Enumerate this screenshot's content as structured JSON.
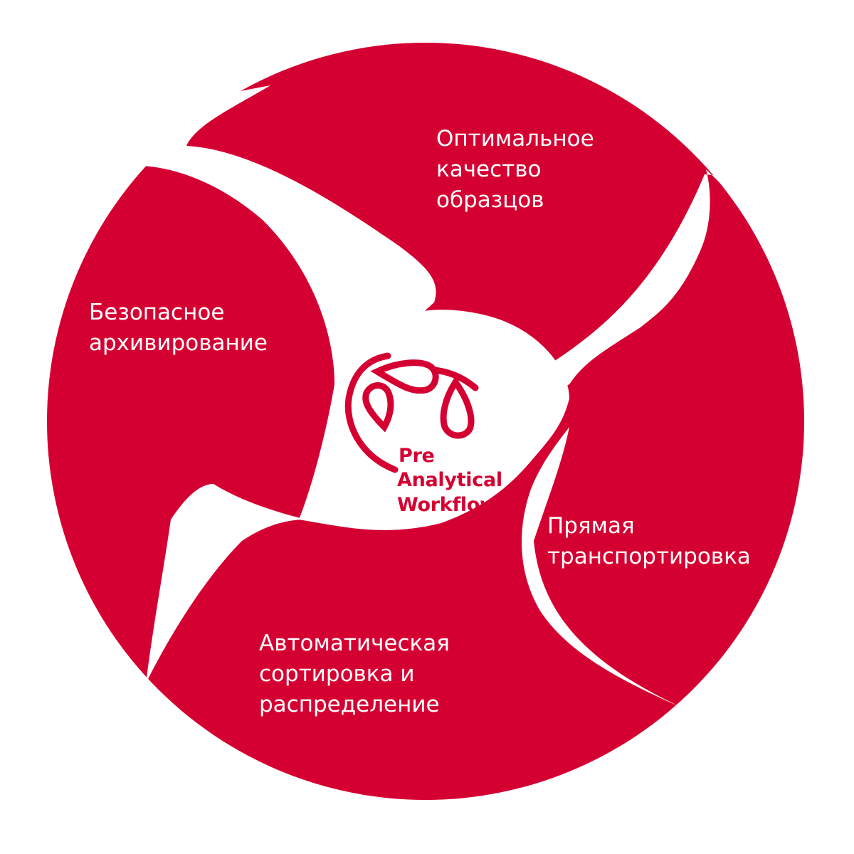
{
  "colors": {
    "brand_red": "#d50032",
    "background": "#ffffff",
    "label_text": "#ffffff"
  },
  "petals": {
    "top_right": {
      "label": "Оптимальное\nкачество\nобразцов"
    },
    "left": {
      "label": "Безопасное\nархивирование"
    },
    "right": {
      "label": "Прямая\nтранспортировка"
    },
    "bottom": {
      "label": "Автоматическая\nсортировка и\nраспределение"
    }
  },
  "logo": {
    "icon": "droplet-cycle-icon",
    "line1": "Pre",
    "line2": "Analytical",
    "line3": "Workflow"
  }
}
